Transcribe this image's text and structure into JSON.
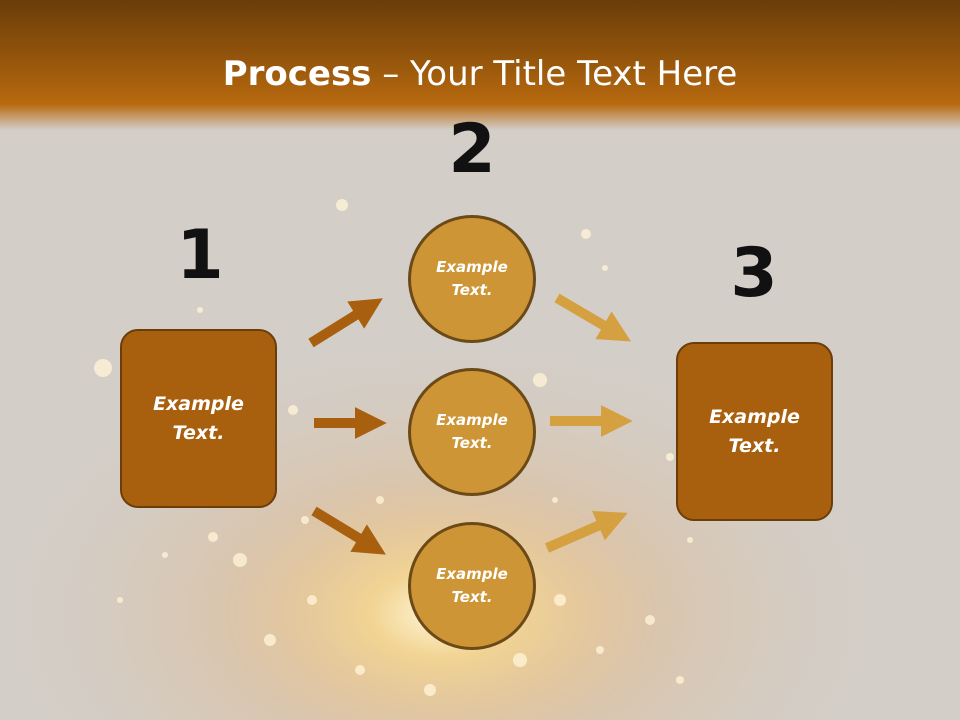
{
  "slide": {
    "title_bold": "Process",
    "title_rest": " – Your Title Text Here",
    "step_numbers": [
      "1",
      "2",
      "3"
    ],
    "left_box_text": "Example Text.",
    "right_box_text": "Example Text.",
    "circles": [
      "Example Text.",
      "Example Text.",
      "Example Text."
    ]
  },
  "colors": {
    "box_fill": "#a8600f",
    "circle_fill": "#cd9536",
    "arrow_dark": "#a8600f",
    "arrow_light": "#d4a040"
  }
}
